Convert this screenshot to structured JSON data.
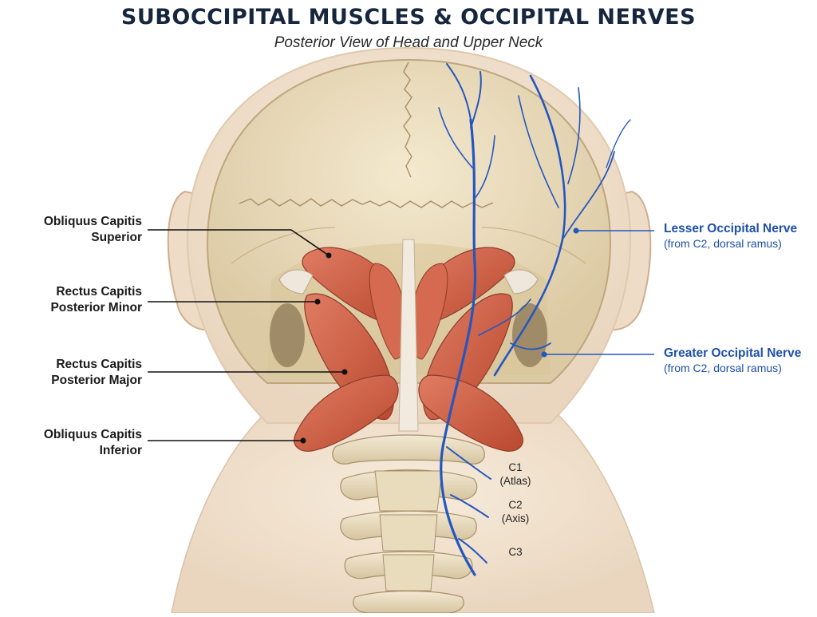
{
  "title": "SUBOCCIPITAL MUSCLES & OCCIPITAL NERVES",
  "subtitle": "Posterior View of Head and Upper Neck",
  "muscle_labels": [
    {
      "line1": "Obliquus Capitis",
      "line2": "Superior"
    },
    {
      "line1": "Rectus Capitis",
      "line2": "Posterior Minor"
    },
    {
      "line1": "Rectus Capitis",
      "line2": "Posterior Major"
    },
    {
      "line1": "Obliquus Capitis",
      "line2": "Inferior"
    }
  ],
  "nerve_labels": [
    {
      "name": "Lesser Occipital Nerve",
      "detail": "(from C2, dorsal ramus)"
    },
    {
      "name": "Greater Occipital Nerve",
      "detail": "(from C2, dorsal ramus)"
    }
  ],
  "vertebra_labels": [
    {
      "line1": "C1",
      "line2": "(Atlas)"
    },
    {
      "line1": "C2",
      "line2": "(Axis)"
    },
    {
      "line1": "C3",
      "line2": ""
    }
  ],
  "colors": {
    "title": "#16263d",
    "nerve": "#2456c0",
    "muscle": "#c95a45",
    "bone": "#e8dcc0",
    "skin": "#f3e6d6"
  }
}
